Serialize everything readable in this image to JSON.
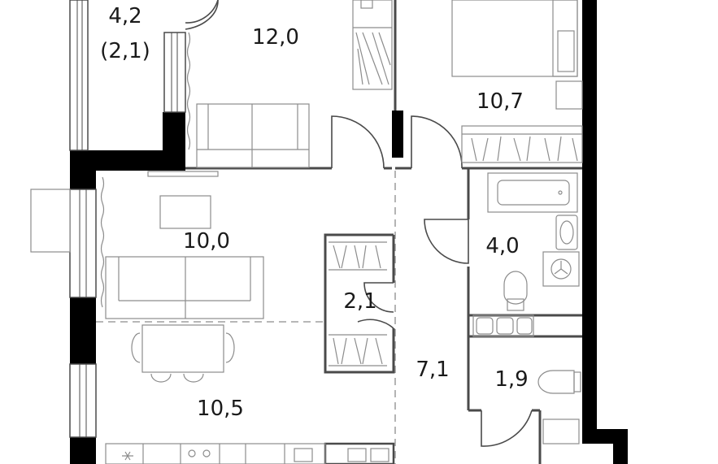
{
  "rooms": {
    "balcony_area": "4,2",
    "balcony_reduced": "(2,1)",
    "bedroom_left": "12,0",
    "bedroom_right": "10,7",
    "living": "10,0",
    "kitchen": "10,5",
    "closet": "2,1",
    "hall": "7,1",
    "bathroom": "4,0",
    "toilet": "1,9"
  },
  "colors": {
    "wall": "#000000",
    "partition": "#4a4a4a",
    "furniture": "#8c8c8c",
    "background": "#ffffff"
  }
}
